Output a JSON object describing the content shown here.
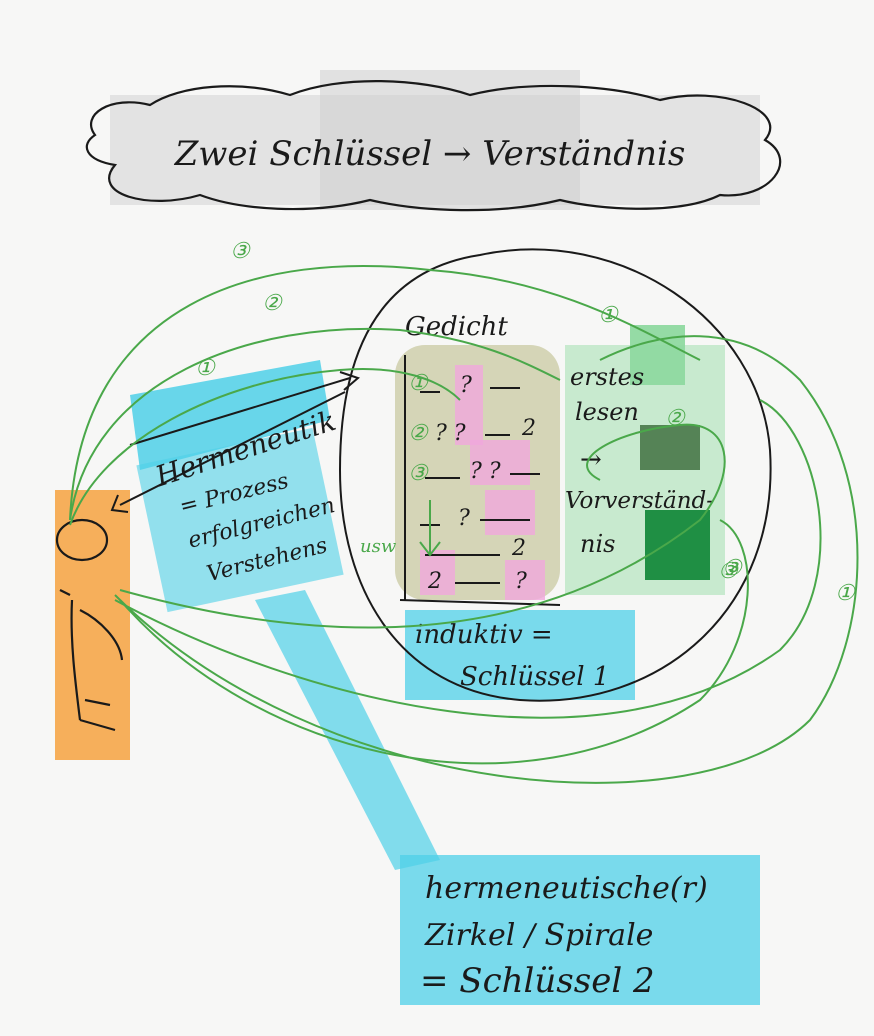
{
  "title": "Zwei Schlüssel → Verständnis",
  "poem": {
    "heading": "Gedicht",
    "line_marks": [
      "?",
      "? ?",
      "2",
      "? ?",
      "?",
      "2",
      "2",
      "?"
    ],
    "row_numbers": [
      "①",
      "②",
      "③"
    ],
    "row_side_label": "usw",
    "inductive_line1": "induktiv =",
    "inductive_line2": "Schlüssel 1"
  },
  "reading": {
    "line1": "erstes",
    "line2": "lesen",
    "arrow": "→",
    "line3": "Vorverständ-",
    "line4": "nis",
    "step_markers": [
      "①",
      "②",
      "③"
    ]
  },
  "hermeneutics": {
    "word": "Hermeneutik",
    "line1": "= Prozess",
    "line2": "erfolgreichen",
    "line3": "Verstehens"
  },
  "circle_label": {
    "line1": "hermeneutische(r)",
    "line2": "Zirkel / Spirale",
    "line3": "= Schlüssel 2"
  },
  "loop_markers": [
    "③",
    "②",
    "①",
    "③",
    "①"
  ],
  "colors": {
    "ink": "#1a1a1a",
    "green_loop": "#4aa84a",
    "cyan": "#4fd0e8",
    "orange": "#f5a64a",
    "cloud_gray": "#d8d8d8",
    "green_light": "#8fd9a0",
    "green_mid": "#4f7d4f",
    "green_dark": "#168a3c",
    "pink": "#f0a8dc",
    "olive": "#c9c9a2"
  }
}
